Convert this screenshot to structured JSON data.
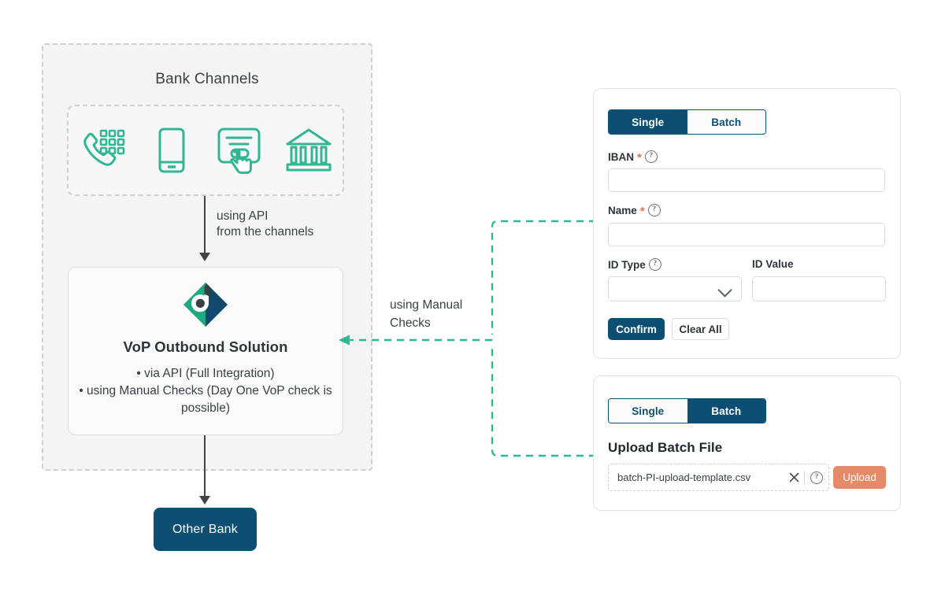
{
  "diagram": {
    "channels": {
      "title": "Bank Channels",
      "icons": [
        {
          "name": "phone-keypad-icon",
          "label": "Phone Banking"
        },
        {
          "name": "mobile-phone-icon",
          "label": "Mobile Banking"
        },
        {
          "name": "online-banking-click-icon",
          "label": "Online Banking"
        },
        {
          "name": "bank-building-icon",
          "label": "Branch"
        }
      ]
    },
    "api_connector_label_line1": "using API",
    "api_connector_label_line2": "from the channels",
    "manual_connector_label_line1": "using Manual",
    "manual_connector_label_line2": "Checks",
    "vop": {
      "title": "VoP Outbound Solution",
      "bullet1": "•  via API (Full Integration)",
      "bullet2": "•  using Manual Checks (Day One VoP",
      "bullet2_cont": "check is possible)"
    },
    "other_bank_label": "Other Bank"
  },
  "single_card": {
    "tabs": [
      {
        "label": "Single",
        "active": true
      },
      {
        "label": "Batch",
        "active": false
      }
    ],
    "fields": {
      "iban_label": "IBAN",
      "iban_required": "*",
      "iban_value": "",
      "name_label": "Name",
      "name_required": "*",
      "name_value": "",
      "id_type_label": "ID Type",
      "id_type_value": "",
      "id_value_label": "ID Value",
      "id_value_value": ""
    },
    "buttons": {
      "confirm": "Confirm",
      "clear_all": "Clear All"
    }
  },
  "batch_card": {
    "tabs": [
      {
        "label": "Single",
        "active": false
      },
      {
        "label": "Batch",
        "active": true
      }
    ],
    "title": "Upload Batch File",
    "file_name": "batch-PI-upload-template.csv",
    "upload_label": "Upload"
  },
  "colors": {
    "brand_navy": "#0d4f72",
    "brand_teal": "#2fb792",
    "accent_coral": "#e58a68",
    "region_bg": "#f4f4f4"
  }
}
